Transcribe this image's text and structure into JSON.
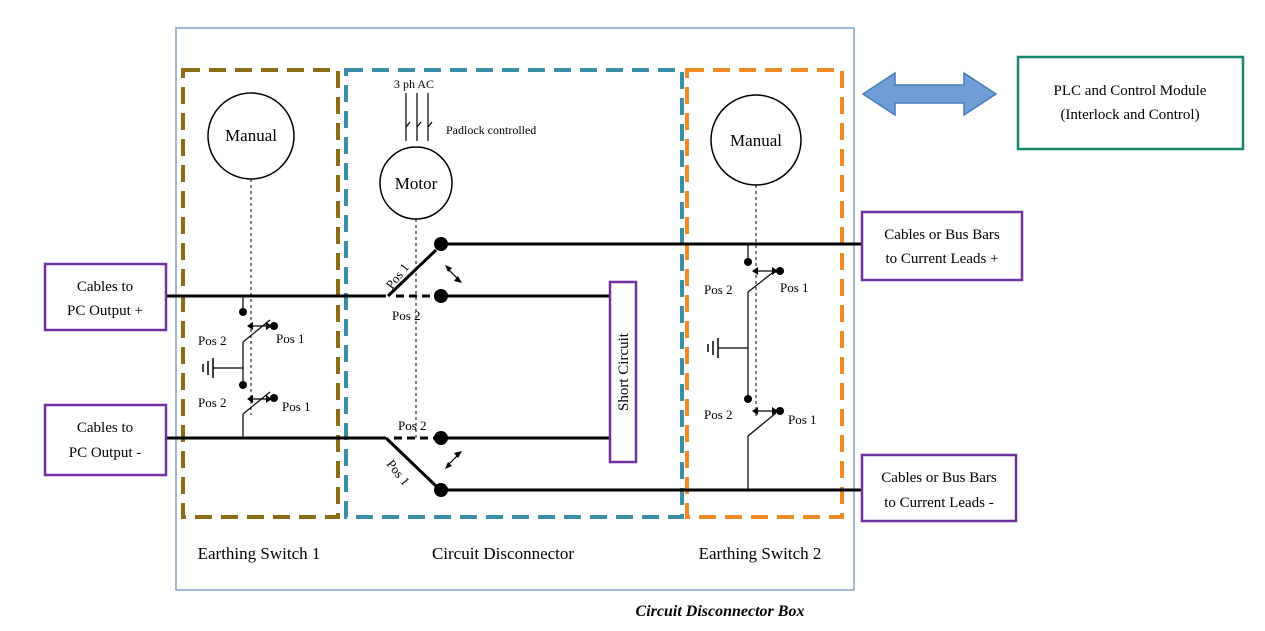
{
  "box": {
    "caption": "Circuit Disconnector Box",
    "section_labels": {
      "earthing_switch_1": "Earthing Switch 1",
      "circuit_disconnector": "Circuit Disconnector",
      "earthing_switch_2": "Earthing Switch 2"
    }
  },
  "plc_module": {
    "line1": "PLC and Control Module",
    "line2": "(Interlock and Control)"
  },
  "io_boxes": {
    "pc_plus": {
      "line1": "Cables to",
      "line2": "PC Output +"
    },
    "pc_minus": {
      "line1": "Cables to",
      "line2": "PC Output -"
    },
    "leads_plus": {
      "line1": "Cables or Bus Bars",
      "line2": "to Current Leads +"
    },
    "leads_minus": {
      "line1": "Cables or Bus Bars",
      "line2": "to Current Leads -"
    }
  },
  "earthing_switch_1": {
    "actuator": "Manual"
  },
  "earthing_switch_2": {
    "actuator": "Manual"
  },
  "circuit_disconnector": {
    "actuator": "Motor",
    "supply": "3 ph AC",
    "padlock_note": "Padlock controlled",
    "short_circuit": "Short Circuit"
  },
  "positions": {
    "pos1": "Pos 1",
    "pos2": "Pos 2"
  },
  "colors": {
    "earthing1_dash": "#8a6d14",
    "disconnector_dash": "#3a8ea8",
    "earthing2_dash": "#f08a24",
    "outer_box": "#7e9fc4",
    "io_border": "#7030a0",
    "plc_border": "#14866d",
    "arrow_fill": "#6f9fd6",
    "arrow_stroke": "#4a7ab8"
  }
}
